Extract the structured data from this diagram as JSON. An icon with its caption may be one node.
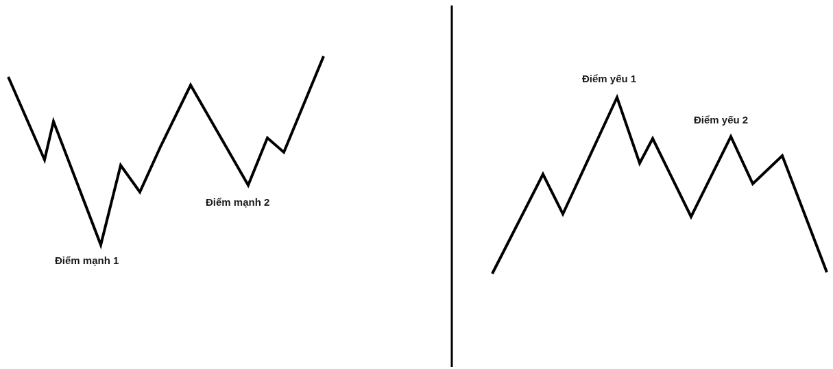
{
  "diagram": {
    "labels": [
      "Điểm mạnh 1",
      "Điểm mạnh 2",
      "Điểm yếu 1",
      "Điểm yếu 2"
    ]
  }
}
